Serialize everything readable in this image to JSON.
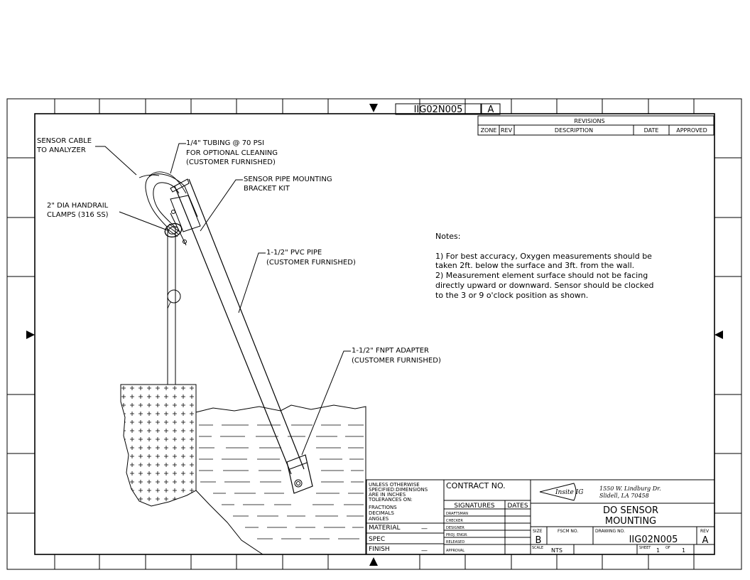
{
  "drawing_number_top": "IIG02N005",
  "rev_top": "A",
  "revisions": {
    "title": "REVISIONS",
    "headers": [
      "ZONE",
      "REV",
      "DESCRIPTION",
      "DATE",
      "APPROVED"
    ]
  },
  "callouts": {
    "sensor_cable": [
      "SENSOR CABLE",
      "TO ANALYZER"
    ],
    "tubing": [
      "1/4\" TUBING @ 70 PSI",
      "FOR OPTIONAL CLEANING",
      "(CUSTOMER FURNISHED)"
    ],
    "bracket": [
      "SENSOR PIPE MOUNTING",
      "BRACKET KIT"
    ],
    "handrail": [
      "2\" DIA HANDRAIL",
      "CLAMPS (316 SS)"
    ],
    "pvc_pipe": [
      "1-1/2\" PVC PIPE",
      "(CUSTOMER FURNISHED)"
    ],
    "adapter": [
      "1-1/2\" FNPT ADAPTER",
      "(CUSTOMER FURNISHED)"
    ]
  },
  "notes": {
    "heading": "Notes:",
    "lines": [
      "1)  For best accuracy, Oxygen measurements should be",
      "taken 2ft. below the surface and 3ft. from the wall.",
      "2)  Measurement element surface should not be facing",
      "directly upward or downward.  Sensor should be clocked",
      "to the 3 or 9 o'clock position as shown."
    ]
  },
  "title_block": {
    "tolerances": [
      "UNLESS OTHERWISE",
      "SPECIFIED:DIMENSIONS",
      "ARE IN INCHES",
      "TOLERANCES ON:",
      "FRACTIONS",
      "DECIMALS",
      "ANGLES"
    ],
    "material_label": "MATERIAL",
    "material_value": "—",
    "spec_label": "SPEC",
    "finish_label": "FINISH",
    "finish_value": "—",
    "contract_label": "CONTRACT NO.",
    "signatures_label": "SIGNATURES",
    "dates_label": "DATES",
    "roles": [
      "DRAFTSMAN",
      "CHECKER",
      "DESIGNER",
      "PROJ. ENGR.",
      "RELEASED",
      "APPROVAL"
    ],
    "logo_text": "Insite IG",
    "address": [
      "1550 W. Lindburg Dr.",
      "Slidell, LA 70458"
    ],
    "title_lines": [
      "DO SENSOR",
      "MOUNTING"
    ],
    "size_label": "SIZE",
    "size_value": "B",
    "fscm_label": "FSCM NO.",
    "drawing_no_label": "DRAWING NO.",
    "drawing_no_value": "IIG02N005",
    "rev_label": "REV",
    "rev_value": "A",
    "scale_label": "SCALE",
    "scale_value": "NTS",
    "sheet_label": "SHEET",
    "sheet_value": "1",
    "of_label": "OF",
    "of_value": "1"
  },
  "colors": {
    "ink": "#000000",
    "paper": "#ffffff"
  }
}
